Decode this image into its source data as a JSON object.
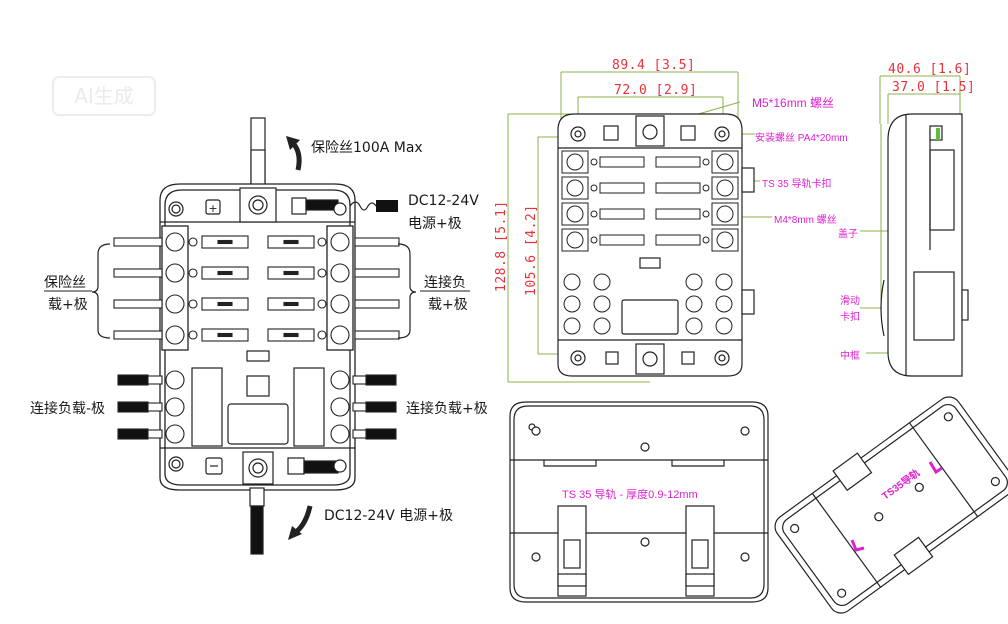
{
  "watermark": {
    "label": "AI生成"
  },
  "front_view": {
    "fuse_rating": "保险丝100A Max",
    "dc_input_top": {
      "line1": "DC12-24V",
      "line2": "电源+极"
    },
    "dc_input_bottom": "DC12-24V 电源+极",
    "left_bracket": {
      "line1": "保险丝",
      "line2": "载+极"
    },
    "right_bracket": {
      "line1": "连接负",
      "line2": "载+极"
    },
    "left_negative": "连接负载-极",
    "right_negative": "连接负载+极",
    "fuse_slots": 8,
    "negative_terminals_per_side": 3
  },
  "dimension_view": {
    "width_outer": "89.4 [3.5]",
    "width_inner": "72.0 [2.9]",
    "height_outer": "128.8 [5.1]",
    "height_inner": "105.6 [4.2]",
    "callouts": [
      "M5*16mm 螺丝",
      "安装螺丝 PA4*20mm",
      "TS 35 导轨卡扣",
      "M4*8mm 螺丝"
    ]
  },
  "side_view": {
    "depth_outer": "40.6 [1.6]",
    "depth_inner": "37.0 [1.5]",
    "callouts": [
      "盖子",
      "滑动\n卡扣",
      "中框"
    ],
    "callout_line1": "盖子",
    "callout_slide_1": "滑动",
    "callout_slide_2": "卡扣",
    "callout_frame": "中框"
  },
  "back_view": {
    "rail_note": "TS 35 导轨 - 厚度0.9-12mm"
  },
  "iso_view": {
    "rail_note": "TS35导轨"
  },
  "colors": {
    "dimension_text": "#e8323c",
    "dimension_line": "#8db04a",
    "callout_text": "#e020d0",
    "outline": "#222222"
  }
}
